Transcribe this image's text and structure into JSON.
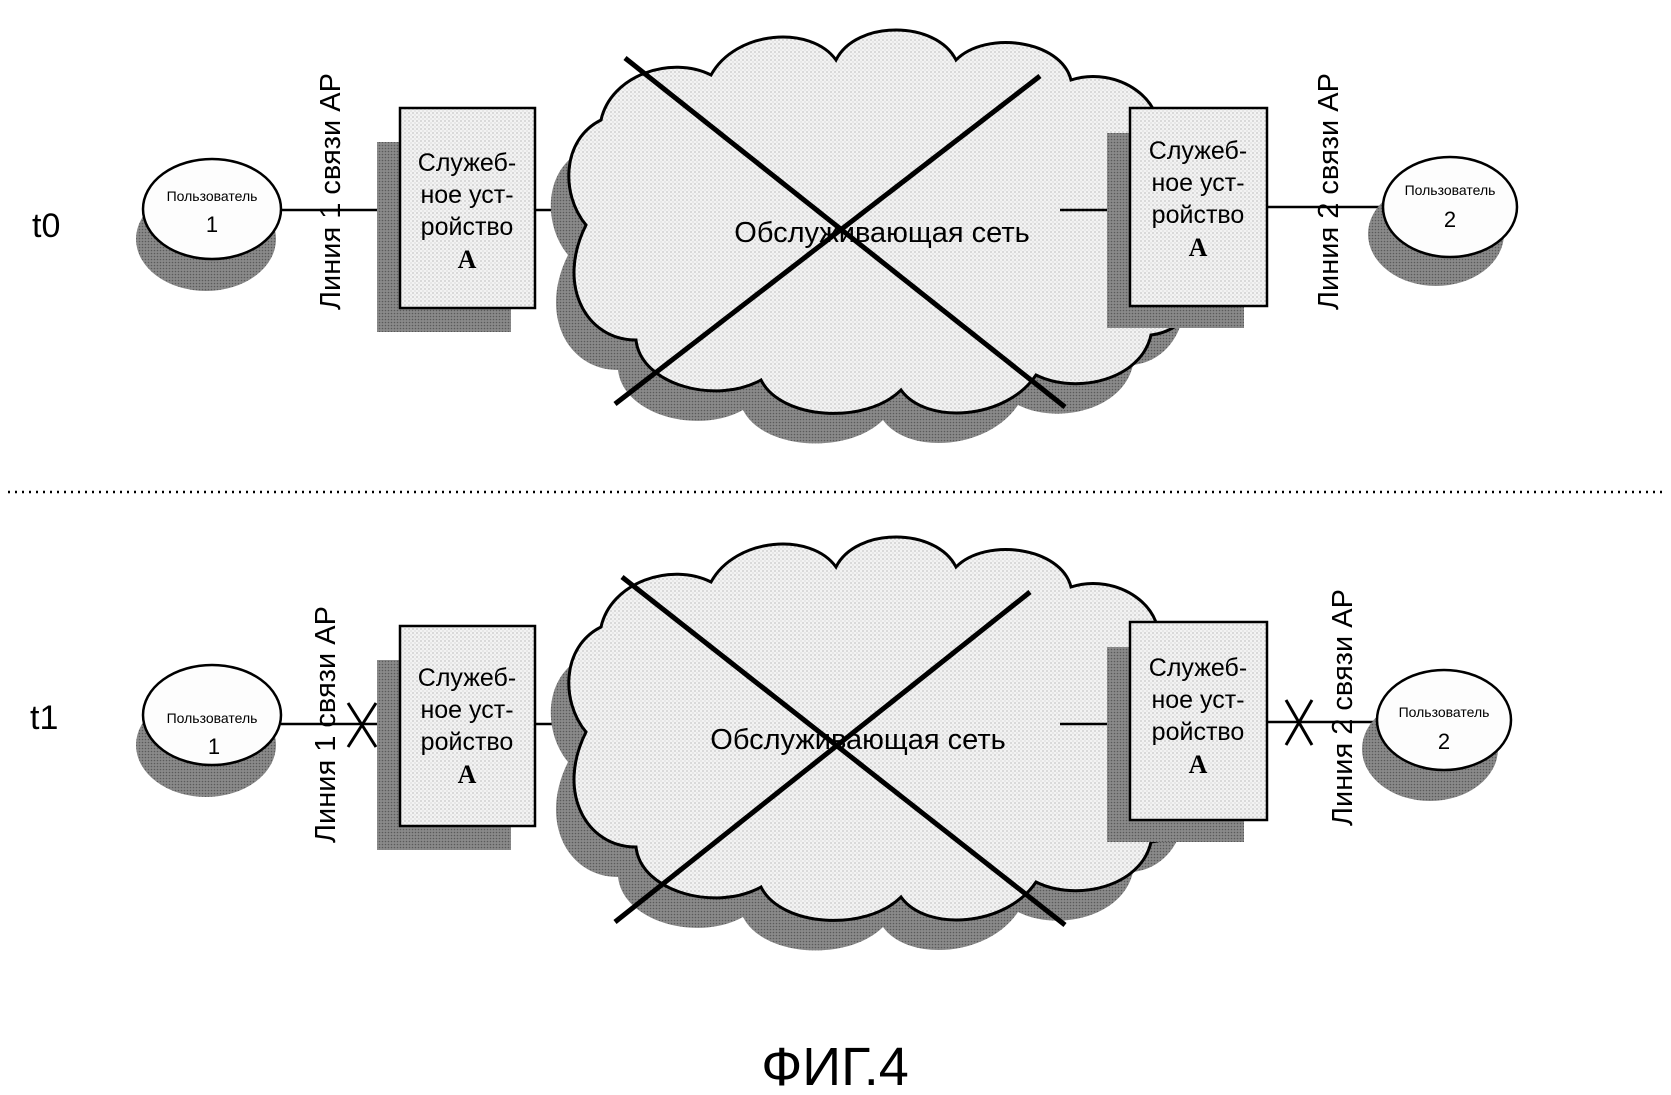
{
  "figure_caption": "ФИГ.4",
  "panels": [
    {
      "time_label": "t0",
      "left_user": {
        "line1": "Пользователь",
        "line2": "1"
      },
      "right_user": {
        "line1": "Пользователь",
        "line2": "2"
      },
      "left_link": "Линия 1 связи AP",
      "right_link": "Линия 2 связи AP",
      "left_device": {
        "lines": [
          "Служеб-",
          "ное уст-",
          "ройство"
        ],
        "mark": "A"
      },
      "right_device": {
        "lines": [
          "Служеб-",
          "ное уст-",
          "ройство"
        ],
        "mark": "A"
      },
      "network": "Обслуживающая сеть",
      "network_failed": true,
      "user_links_broken": false
    },
    {
      "time_label": "t1",
      "left_user": {
        "line1": "Пользователь",
        "line2": "1"
      },
      "right_user": {
        "line1": "Пользователь",
        "line2": "2"
      },
      "left_link": "Линия 1 связи AP",
      "right_link": "Линия 2 связи AP",
      "left_device": {
        "lines": [
          "Служеб-",
          "ное уст-",
          "ройство"
        ],
        "mark": "A"
      },
      "right_device": {
        "lines": [
          "Служеб-",
          "ное уст-",
          "ройство"
        ],
        "mark": "A"
      },
      "network": "Обслуживающая сеть",
      "network_failed": true,
      "user_links_broken": true
    }
  ]
}
